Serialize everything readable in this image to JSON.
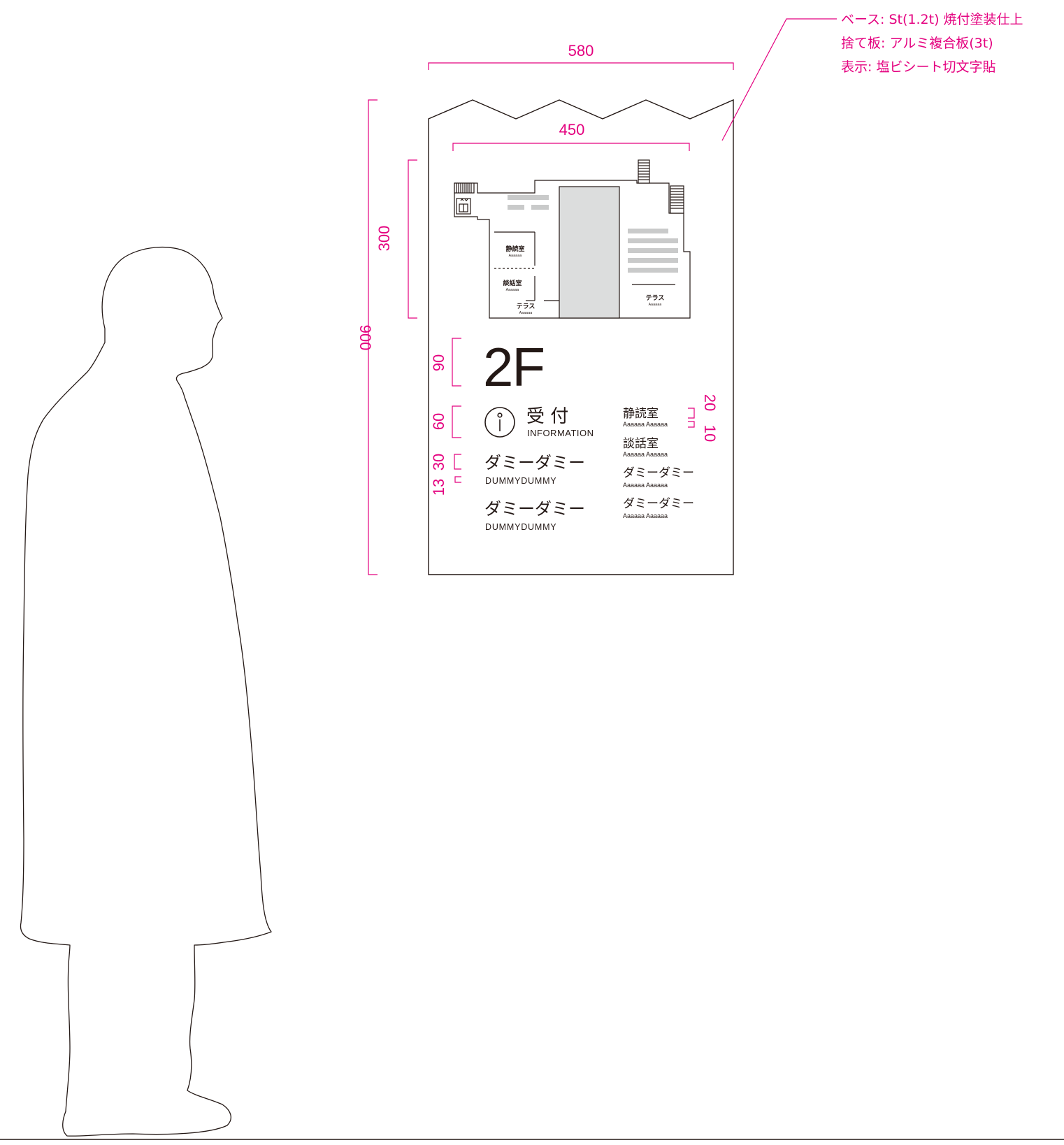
{
  "colors": {
    "annotation": "#e4007f",
    "line": "#231815",
    "plan_fill": "#dcdddd",
    "plan_stripe": "#c9caca"
  },
  "spec": {
    "base": "ベース: St(1.2t) 焼付塗装仕上",
    "backing": "捨て板: アルミ複合板(3t)",
    "display": "表示: 塩ビシート切文字貼"
  },
  "dimensions": {
    "width_total": "580",
    "width_map": "450",
    "height_total": "900",
    "height_map": "300",
    "height_floor": "90",
    "height_info": "60",
    "height_item": "30",
    "height_sub": "13",
    "height_list_main": "20",
    "height_list_sub": "10"
  },
  "sign": {
    "floor": "2F",
    "info_icon": "info-circle-icon",
    "info_label": "受 付",
    "info_sub": "INFORMATION",
    "left_items": [
      {
        "label": "ダミーダミー",
        "sub": "DUMMYDUMMY"
      },
      {
        "label": "ダミーダミー",
        "sub": "DUMMYDUMMY"
      }
    ],
    "right_items": [
      {
        "label": "静読室",
        "sub": "Aaaaaa Aaaaaa"
      },
      {
        "label": "談話室",
        "sub": "Aaaaaa Aaaaaa"
      },
      {
        "label": "ダミーダミー",
        "sub": "Aaaaaa Aaaaaa"
      },
      {
        "label": "ダミーダミー",
        "sub": "Aaaaaa Aaaaaa"
      }
    ]
  },
  "floor_map": {
    "room_quiet": "静読室",
    "room_quiet_sub": "Aaaaaa",
    "room_lounge": "談話室",
    "room_lounge_sub": "Aaaaaa",
    "terrace_left": "テラス",
    "terrace_left_sub": "Aaaaaa",
    "terrace_right": "テラス",
    "terrace_right_sub": "Aaaaaa",
    "elevator_icon": "elevator-icon"
  },
  "figure": {
    "silhouette": "person-silhouette"
  }
}
